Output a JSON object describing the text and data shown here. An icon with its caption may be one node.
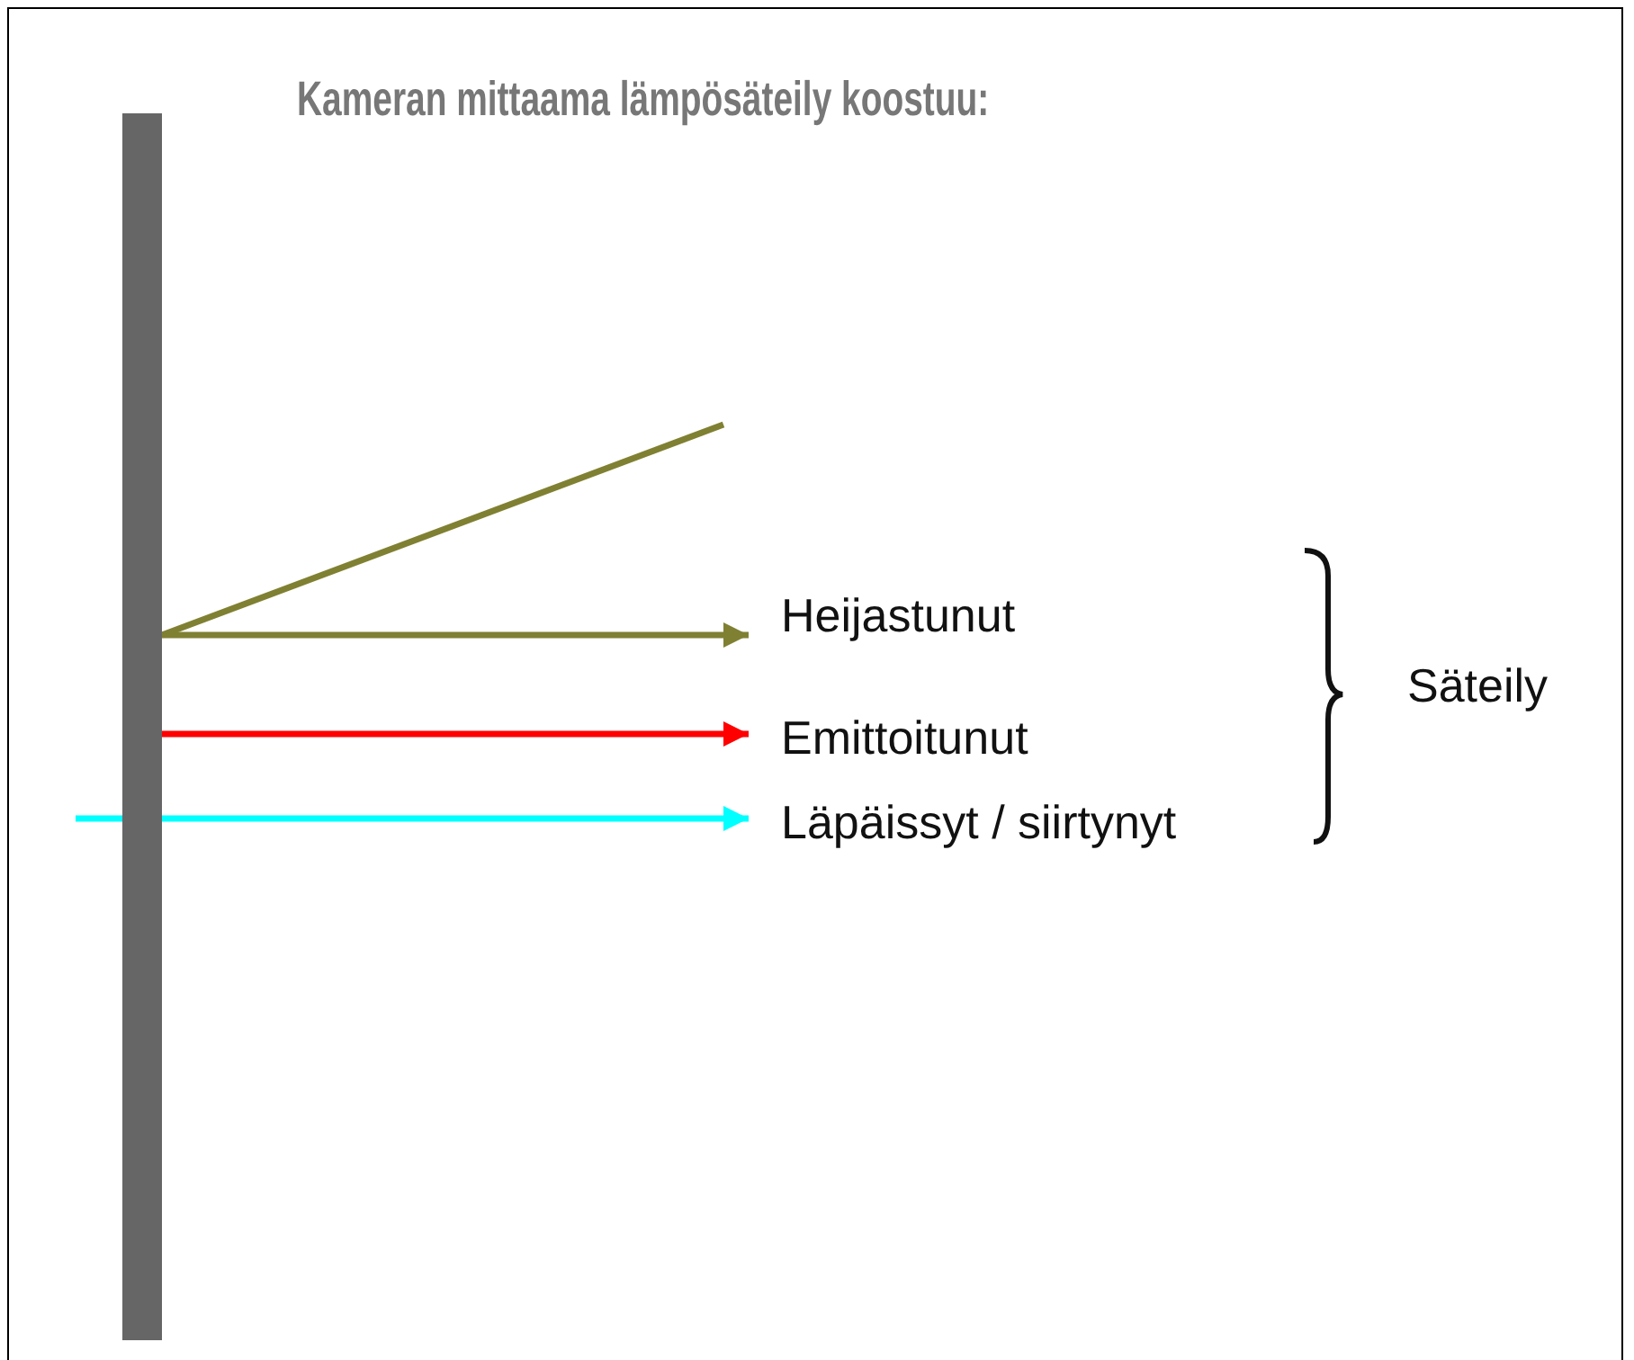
{
  "diagram": {
    "title": "Kameran mittaama lämpösäteily koostuu:",
    "nodes": [
      {
        "text": [],
        "shape": "bar"
      },
      {
        "text": [
          "Heijastunut"
        ]
      },
      {
        "text": [
          "Emittoitunut"
        ]
      },
      {
        "text": [
          "Läpäissyt / siirtynyt"
        ]
      }
    ],
    "edges": [
      {
        "from": null,
        "to": 0,
        "arrow": "none",
        "color": "#808033"
      },
      {
        "from": 0,
        "to": 1,
        "arrow": "to",
        "color": "#808033"
      },
      {
        "from": 0,
        "to": 2,
        "arrow": "to",
        "color": "#ff0000"
      },
      {
        "from": null,
        "to": 3,
        "arrow": "to",
        "color": "#00ffff"
      }
    ],
    "labels": [
      "Säteily"
    ]
  }
}
